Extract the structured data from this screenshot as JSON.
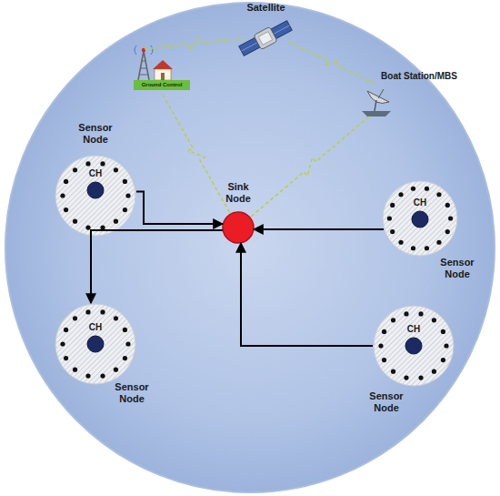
{
  "diagram": {
    "nodes": [
      {
        "text": [
          "Satellite"
        ]
      },
      {
        "text": [
          "Ground Control"
        ]
      },
      {
        "text": [
          "Boat Station/MBS"
        ]
      },
      {
        "text": [
          "Sensor Node"
        ]
      },
      {
        "text": [
          "CH"
        ],
        "in": 3
      },
      {
        "text": [
          "Sink Node"
        ]
      },
      {
        "text": [
          "Sensor Node"
        ]
      },
      {
        "text": [
          "CH"
        ],
        "in": 6
      },
      {
        "text": [
          "Sensor Node"
        ]
      },
      {
        "text": [
          "CH"
        ],
        "in": 8
      },
      {
        "text": [
          "Sensor Node"
        ]
      },
      {
        "text": [
          "CH"
        ],
        "in": 10
      }
    ],
    "edges": [
      {
        "from": 1,
        "to": 0,
        "arrow": "none"
      },
      {
        "from": 0,
        "to": 2,
        "arrow": "none"
      },
      {
        "from": 1,
        "to": 5,
        "arrow": "none"
      },
      {
        "from": 2,
        "to": 5,
        "arrow": "none"
      },
      {
        "from": 3,
        "to": 5,
        "arrow": "to"
      },
      {
        "from": 5,
        "to": 8,
        "arrow": "to"
      },
      {
        "from": 6,
        "to": 5,
        "arrow": "to"
      },
      {
        "from": 10,
        "to": 5,
        "arrow": "to"
      }
    ]
  }
}
